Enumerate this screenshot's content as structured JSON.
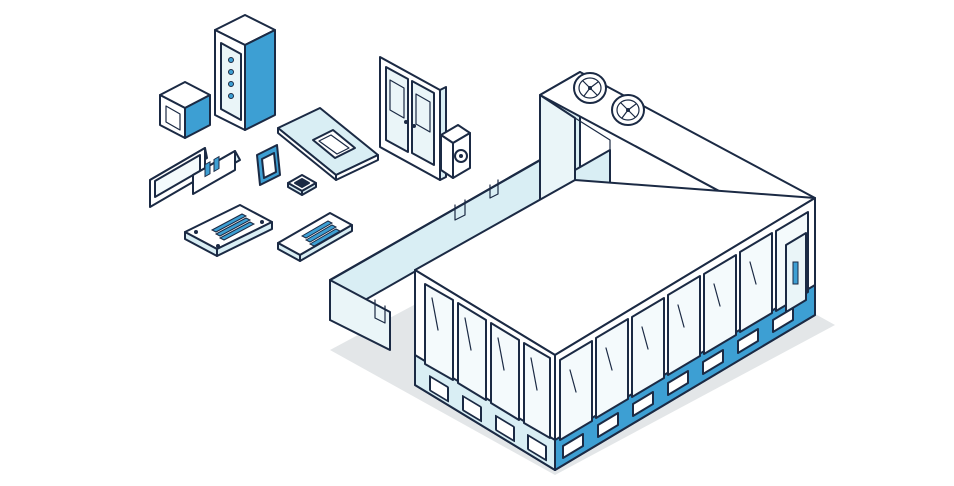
{
  "colors": {
    "background": "#ffffff",
    "outline": "#1b2a44",
    "light_blue": "#d9eef4",
    "pale_blue": "#eaf5f8",
    "accent_blue": "#3d9fd3",
    "glass": "#f4fafc",
    "shadow": "#e3e6e8"
  },
  "components": [
    "wall-panel-module",
    "pass-box",
    "air-shower",
    "ceiling-panel-with-light",
    "cleanroom-window",
    "switch-panel",
    "small-window",
    "ceiling-grille-vent",
    "air-return-grille-panel",
    "air-return-grille-strip",
    "double-door",
    "fan-filter-unit"
  ],
  "main_structure": {
    "name": "modular-cleanroom",
    "rooftop_fans": 2,
    "front_window_panels": 7,
    "side_window_panels": 4,
    "front_grilles": 7,
    "side_grilles": 4
  }
}
